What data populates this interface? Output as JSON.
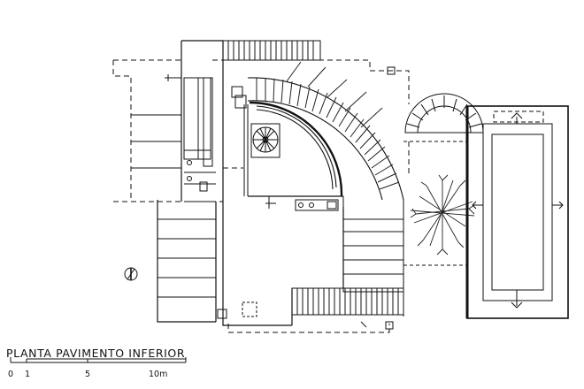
{
  "drawing": {
    "title": "PLANTA PAVIMENTO INFERIOR",
    "scale_bar": {
      "labels": [
        "0",
        "1",
        "5",
        "10m"
      ]
    },
    "line_color": "#111111",
    "hatch_color": "#222222"
  }
}
